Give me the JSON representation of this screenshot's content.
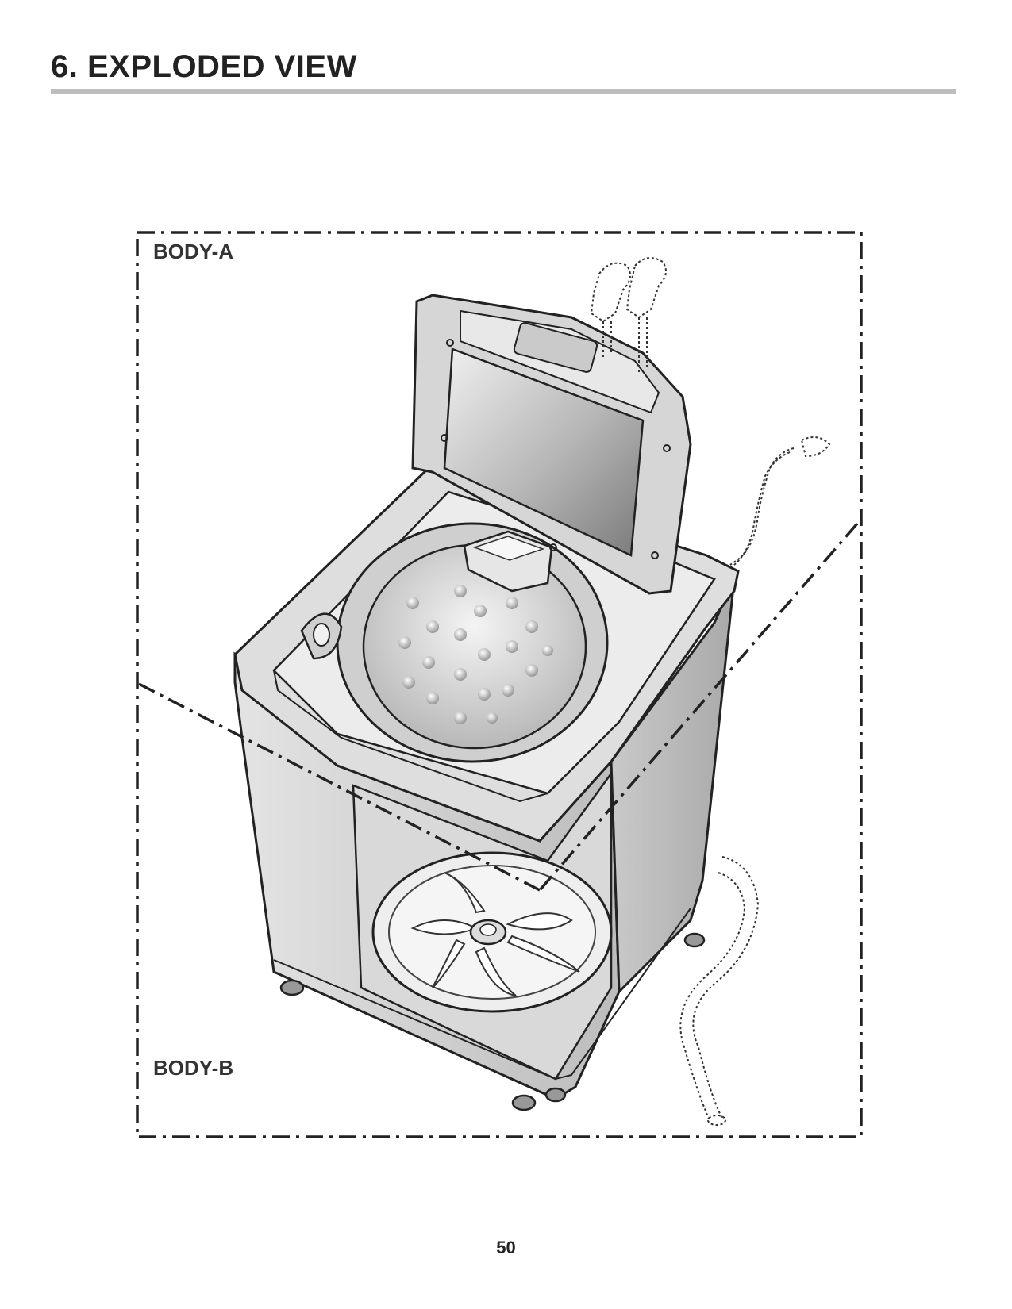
{
  "header": {
    "title": "6. EXPLODED VIEW"
  },
  "diagram": {
    "sections": [
      {
        "label": "BODY-A"
      },
      {
        "label": "BODY-B"
      }
    ]
  },
  "footer": {
    "page_number": "50"
  }
}
